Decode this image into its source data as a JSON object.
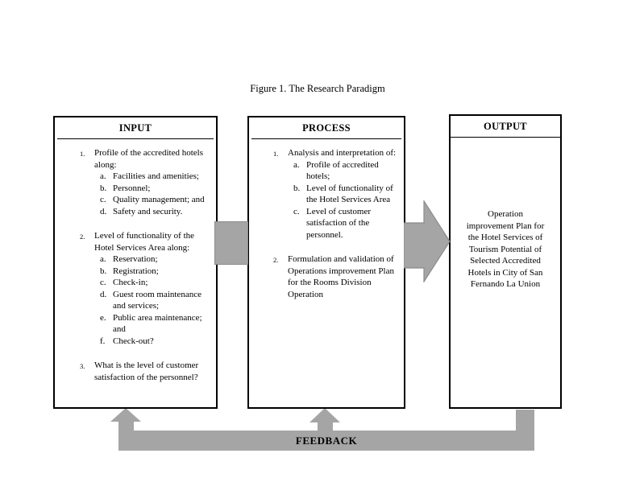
{
  "title": "Figure 1. The Research Paradigm",
  "feedback_label": "FEEDBACK",
  "colors": {
    "connector_gray": "#a5a5a5",
    "connector_border": "#8b8b8b",
    "box_border": "#000000"
  },
  "input": {
    "header": "INPUT",
    "items": [
      {
        "num": "1.",
        "text": "Profile of the accredited hotels along:",
        "subs": [
          {
            "letter": "a.",
            "text": "Facilities and amenities;"
          },
          {
            "letter": "b.",
            "text": "Personnel;"
          },
          {
            "letter": "c.",
            "text": "Quality management; and"
          },
          {
            "letter": "d.",
            "text": "Safety and security."
          }
        ]
      },
      {
        "num": "2.",
        "text": "Level of functionality of the Hotel Services Area along:",
        "subs": [
          {
            "letter": "a.",
            "text": "Reservation;"
          },
          {
            "letter": "b.",
            "text": "Registration;"
          },
          {
            "letter": "c.",
            "text": "Check-in;"
          },
          {
            "letter": "d.",
            "text": "Guest room maintenance and services;"
          },
          {
            "letter": "e.",
            "text": "Public area maintenance; and"
          },
          {
            "letter": "f.",
            "text": "Check-out?"
          }
        ]
      },
      {
        "num": "3.",
        "text": "What is the level of customer satisfaction of the personnel?",
        "subs": []
      }
    ]
  },
  "process": {
    "header": "PROCESS",
    "items": [
      {
        "num": "1.",
        "text": "Analysis and interpretation of:",
        "subs": [
          {
            "letter": "a.",
            "text": "Profile of accredited hotels;"
          },
          {
            "letter": "b.",
            "text": "Level of functionality of the Hotel Services Area"
          },
          {
            "letter": "c.",
            "text": "Level of customer satisfaction of the personnel."
          }
        ]
      },
      {
        "num": "2.",
        "text": "Formulation and validation of Operations improvement Plan for the Rooms Division Operation",
        "subs": []
      }
    ]
  },
  "output": {
    "header": "OUTPUT",
    "body": "Operation improvement Plan for the Hotel Services of Tourism Potential of Selected Accredited Hotels in City of San Fernando La Union"
  }
}
